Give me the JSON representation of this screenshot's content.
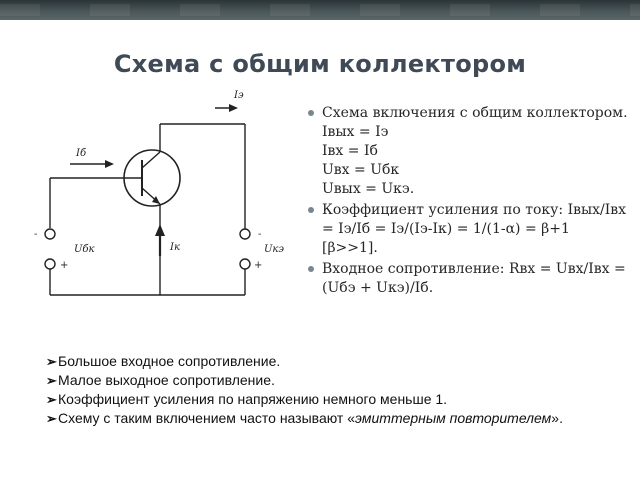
{
  "slide": {
    "title": "Схема с общим коллектором"
  },
  "circuit": {
    "label_ie": "Iэ",
    "label_ib": "Iб",
    "label_ik": "Iк",
    "label_ubk": "Uбк",
    "label_uke": "Uкэ",
    "minus_left": "-",
    "plus_left": "+",
    "minus_right": "-",
    "plus_right": "+"
  },
  "bullets": [
    {
      "text": "Схема включения с общим коллектором.",
      "lines": [
        "Iвых = Iэ",
        "Iвх = Iб",
        "Uвх = Uбк",
        "Uвых = Uкэ."
      ]
    },
    {
      "text": "Коэффициент усиления по току: Iвых/Iвх = Iэ/Iб = Iэ/(Iэ-Iк) = 1/(1-α) = β+1 [β>>1]."
    },
    {
      "text": "Входное сопротивление: Rвх = Uвх/Iвх = (Uбэ + Uкэ)/Iб."
    }
  ],
  "notes": [
    "Большое входное сопротивление.",
    "Малое выходное сопротивление.",
    "Коэффициент усиления по напряжению немного меньше 1.",
    "Схему с таким включением часто называют «эмиттерным повторителем»."
  ],
  "note_last_prefix": "Схему с таким включением часто называют «",
  "note_last_emph": "эмиттерным повторителем",
  "note_last_suffix": "».",
  "icons": {
    "bullet": "round-bullet",
    "note_marker": "arrow-bullet"
  }
}
